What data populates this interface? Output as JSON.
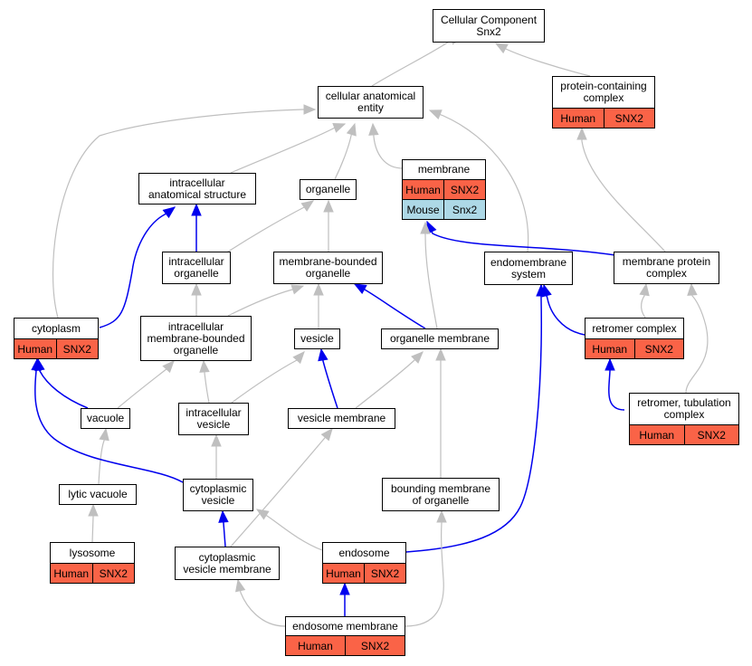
{
  "colors": {
    "gray_edge": "#bfbfbf",
    "blue_edge": "#0000ee",
    "human_fill": "#fa6347",
    "mouse_fill": "#add8e6"
  },
  "nodes": {
    "cellular_component": {
      "label": "Cellular Component\nSnx2"
    },
    "cellular_anatomical_entity": {
      "label": "cellular anatomical\nentity"
    },
    "protein_containing_complex": {
      "label": "protein-containing\ncomplex",
      "rows": [
        [
          "Human",
          "SNX2"
        ]
      ]
    },
    "intracellular_anatomical_structure": {
      "label": "intracellular\nanatomical structure"
    },
    "organelle": {
      "label": "organelle"
    },
    "membrane": {
      "label": "membrane",
      "rows": [
        [
          "Human",
          "SNX2"
        ],
        [
          "Mouse",
          "Snx2"
        ]
      ]
    },
    "intracellular_organelle": {
      "label": "intracellular\norganelle"
    },
    "membrane_bounded_organelle": {
      "label": "membrane-bounded\norganelle"
    },
    "endomembrane_system": {
      "label": "endomembrane\nsystem"
    },
    "membrane_protein_complex": {
      "label": "membrane protein\ncomplex"
    },
    "cytoplasm": {
      "label": "cytoplasm",
      "rows": [
        [
          "Human",
          "SNX2"
        ]
      ]
    },
    "intracellular_membrane_bounded_organelle": {
      "label": "intracellular\nmembrane-bounded\norganelle"
    },
    "vesicle": {
      "label": "vesicle"
    },
    "organelle_membrane": {
      "label": "organelle membrane"
    },
    "retromer_complex": {
      "label": "retromer complex",
      "rows": [
        [
          "Human",
          "SNX2"
        ]
      ]
    },
    "vacuole": {
      "label": "vacuole"
    },
    "intracellular_vesicle": {
      "label": "intracellular\nvesicle"
    },
    "vesicle_membrane": {
      "label": "vesicle membrane"
    },
    "retromer_tubulation_complex": {
      "label": "retromer, tubulation\ncomplex",
      "rows": [
        [
          "Human",
          "SNX2"
        ]
      ]
    },
    "lytic_vacuole": {
      "label": "lytic vacuole"
    },
    "cytoplasmic_vesicle": {
      "label": "cytoplasmic\nvesicle"
    },
    "bounding_membrane_of_organelle": {
      "label": "bounding membrane\nof organelle"
    },
    "lysosome": {
      "label": "lysosome",
      "rows": [
        [
          "Human",
          "SNX2"
        ]
      ]
    },
    "cytoplasmic_vesicle_membrane": {
      "label": "cytoplasmic\nvesicle membrane"
    },
    "endosome": {
      "label": "endosome",
      "rows": [
        [
          "Human",
          "SNX2"
        ]
      ]
    },
    "endosome_membrane": {
      "label": "endosome membrane",
      "rows": [
        [
          "Human",
          "SNX2"
        ]
      ]
    }
  }
}
